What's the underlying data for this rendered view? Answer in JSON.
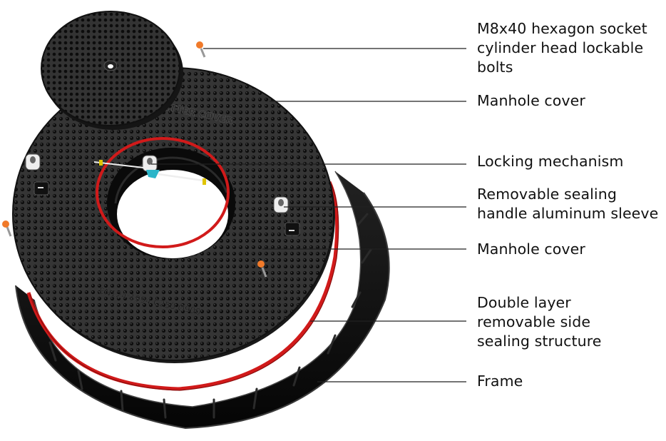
{
  "diagram": {
    "subject": "manhole-cover-exploded-view",
    "colors": {
      "cover": "#2e2e2e",
      "cover_dot": "#0d0d0d",
      "frame": "#0c0c0c",
      "seal": "#d11a1a",
      "bolt_head": "#f07a2a",
      "sleeve": "#e8e8e8",
      "lock_accent": "#2bb5c9",
      "lock_tab": "#e0c400",
      "leader": "#222222"
    },
    "embossed_text": {
      "brand": "BETTER COVER",
      "standard": "EN124:1994 C250 Ø900"
    },
    "callouts": [
      {
        "id": "bolts",
        "label": "M8x40 hexagon socket\ncylinder head lockable\nbolts"
      },
      {
        "id": "manhole-cover-top",
        "label": "Manhole cover"
      },
      {
        "id": "locking-mechanism",
        "label": "Locking mechanism"
      },
      {
        "id": "sealing-handle",
        "label": "Removable sealing\nhandle aluminum sleeve"
      },
      {
        "id": "manhole-cover-main",
        "label": "Manhole cover"
      },
      {
        "id": "side-seal",
        "label": "Double layer\nremovable side\nsealing structure"
      },
      {
        "id": "frame",
        "label": "Frame"
      }
    ]
  }
}
